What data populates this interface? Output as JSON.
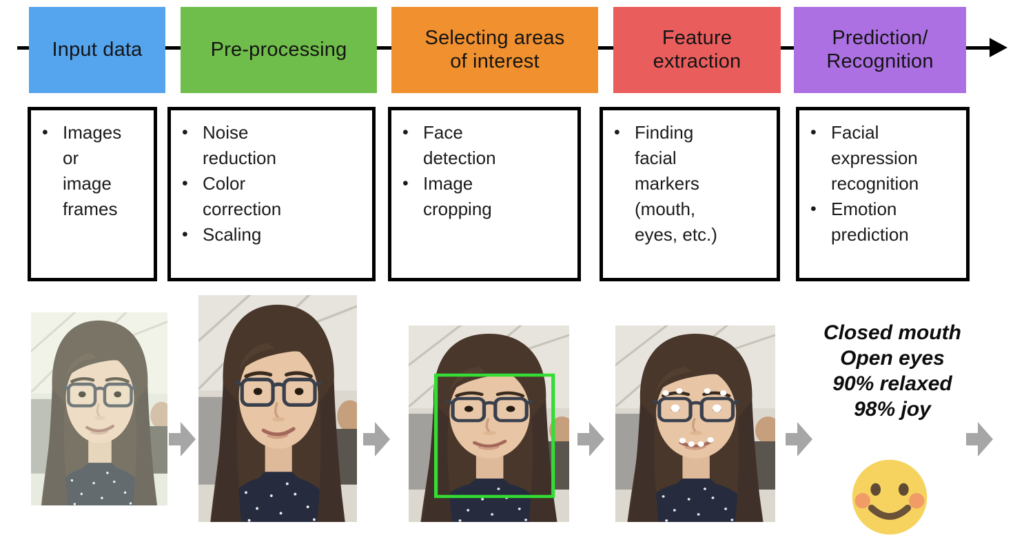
{
  "ui": {
    "bullet_glyph": "•"
  },
  "pipeline": {
    "flow_direction": "left-to-right",
    "stages": [
      {
        "label": "Input data",
        "color": "#55A4EE",
        "details": [
          "Images or image frames"
        ]
      },
      {
        "label": "Pre-processing",
        "color": "#6FBD4A",
        "details": [
          "Noise reduction",
          "Color correction",
          "Scaling"
        ]
      },
      {
        "label": "Selecting areas\nof interest",
        "color": "#F0902E",
        "details": [
          "Face detection",
          "Image cropping"
        ]
      },
      {
        "label": "Feature\nextraction",
        "color": "#EA5D5D",
        "details": [
          "Finding facial markers (mouth, eyes, etc.)"
        ]
      },
      {
        "label": "Prediction/\nRecognition",
        "color": "#AC70E2",
        "details": [
          "Facial expression recognition",
          "Emotion prediction"
        ]
      }
    ]
  },
  "example_row": {
    "photos": [
      {
        "name": "input-photo",
        "description": "webcam portrait of woman with glasses, washed green tint"
      },
      {
        "name": "preprocessed-photo",
        "description": "color-corrected, rescaled webcam portrait"
      },
      {
        "name": "face-detection-photo",
        "description": "portrait with green face-detection bounding box"
      },
      {
        "name": "feature-markers-photo",
        "description": "portrait with white landmark dots on eyebrows, eyes and mouth"
      }
    ],
    "prediction_lines": [
      "Closed mouth",
      "Open eyes",
      "90% relaxed",
      "98% joy"
    ],
    "emoji": "smiling-face-with-rosy-cheeks"
  },
  "colors": {
    "flow_line": "#000000",
    "detail_box_border": "#000000",
    "step_arrow": "#A6A6A6",
    "detection_box": "#34DC34",
    "landmark_dot": "#FFFFFF",
    "emoji_face": "#F6D35E",
    "emoji_features": "#5F4A33",
    "emoji_cheeks": "#F19C66"
  }
}
